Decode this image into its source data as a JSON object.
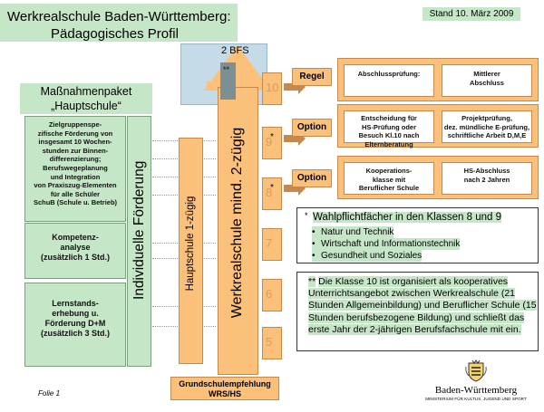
{
  "title": {
    "line1": "Werkrealschule Baden-Württemberg:",
    "line2": "Pädagogisches Profil"
  },
  "stand": "Stand 10. März 2009",
  "bfs": {
    "label": "2 BFS",
    "marker": "**"
  },
  "massnahmen": {
    "title_line1": "Maßnahmenpaket",
    "title_line2": "„Hauptschule“",
    "boxes": [
      "Zielgruppenspe-\nzifische Förderung von\ninsgesamt 10 Wochen-\nstunden zur Binnen-\ndifferenzierung;\nBerufswegeplanung\nund Integration\nvon Praxiszug-Elementen\nfür alle Schüler\nSchuB (Schule u. Betrieb)",
      "Kompetenz-\nanalyse\n(zusätzlich 1 Std.)",
      "Lernstands-\nerhebung u.\nFörderung D+M\n(zusätzlich 3 Std.)"
    ]
  },
  "columns": {
    "individuelle": "Individuelle Förderung",
    "hauptschule": "Hauptschule 1-zügig",
    "werkrealschule": "Werkrealschule mind. 2-zügig"
  },
  "grades": [
    "10",
    "9",
    "8",
    "7",
    "6",
    "5"
  ],
  "grade_stars": [
    "*",
    "*"
  ],
  "options": [
    {
      "label": "Regel",
      "left": "Abschlussprüfung:",
      "right": "Mittlerer\nAbschluss"
    },
    {
      "label": "Option",
      "left": "Entscheidung für\nHS-Prüfung oder\nBesuch Kl.10 nach\nElternberatung",
      "right": "Projektprüfung,\ndez. mündliche E-prüfung,\nschriftliche Arbeit D,M,E"
    },
    {
      "label": "Option",
      "left": "Kooperations-\nklasse mit\nBeruflicher Schule",
      "right": "HS-Abschluss\nnach 2 Jahren"
    }
  ],
  "wahlpflicht": {
    "star": "*",
    "heading": "Wahlpflichtfächer in den Klassen 8 und 9",
    "items": [
      "Natur und Technik",
      "Wirtschaft und Informationstechnik",
      "Gesundheit und Soziales"
    ]
  },
  "note": {
    "star": "**",
    "text": "Die Klasse 10 ist organisiert als kooperatives Unterrichtsangebot zwischen Werkrealschule (21 Stunden Allgemeinbildung) und Beruflicher Schule (15 Stunden berufsbezogene Bildung) und schließt das erste Jahr der 2-jährigen Berufsfachschule mit ein."
  },
  "grundschule": {
    "line1": "Grundschulempfehlung",
    "line2": "WRS/HS"
  },
  "footer": "Folie 1",
  "logo": {
    "name": "Baden-Württemberg",
    "sub": "MINISTERIUM FÜR KULTUS, JUGEND UND SPORT",
    "icon": "state-crest-icon"
  },
  "colors": {
    "green": "#c6e6c8",
    "orange": "#fbc07a",
    "blue": "#c5dbe8"
  }
}
